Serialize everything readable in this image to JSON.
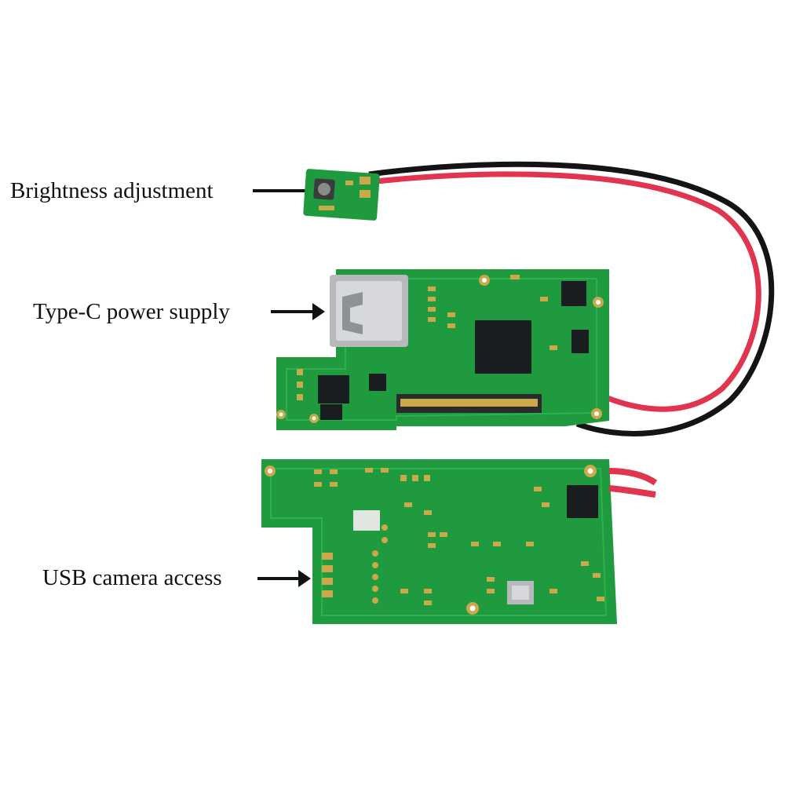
{
  "labels": {
    "brightness": "Brightness adjustment",
    "typec": "Type-C power supply",
    "usb": "USB camera access"
  },
  "colors": {
    "pcb_green": "#1f9a3e",
    "pcb_dark": "#167a30",
    "trace_green": "#2fb04e",
    "pad_gold": "#c9a94a",
    "chip_black": "#1a1d1f",
    "wire_red": "#e0344f",
    "wire_black": "#141414",
    "silkscreen": "#e8f2ea"
  },
  "icons": [
    "arrow-right-icon",
    "arrow-right-icon",
    "arrow-right-icon"
  ]
}
